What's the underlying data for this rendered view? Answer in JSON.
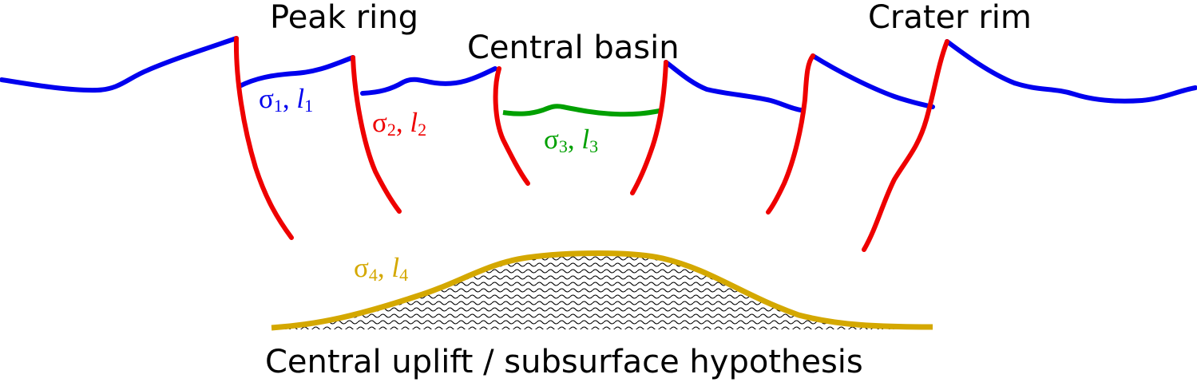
{
  "labels": {
    "peak_ring": "Peak ring",
    "central_basin": "Central basin",
    "crater_rim": "Crater rim",
    "central_uplift": "Central uplift / subsurface hypothesis"
  },
  "layers": [
    {
      "sigma": "σ",
      "index": "1",
      "sep": ", ",
      "l": "l",
      "color": "#0000ee"
    },
    {
      "sigma": "σ",
      "index": "2",
      "sep": ", ",
      "l": "l",
      "color": "#ee0000"
    },
    {
      "sigma": "σ",
      "index": "3",
      "sep": ", ",
      "l": "l",
      "color": "#00a000"
    },
    {
      "sigma": "σ",
      "index": "4",
      "sep": ", ",
      "l": "l",
      "color": "#d4a800"
    }
  ],
  "colors": {
    "surface": "#0000ee",
    "faults": "#ee0000",
    "basin_floor": "#00a000",
    "uplift": "#d4a800",
    "hatch": "#000000"
  }
}
